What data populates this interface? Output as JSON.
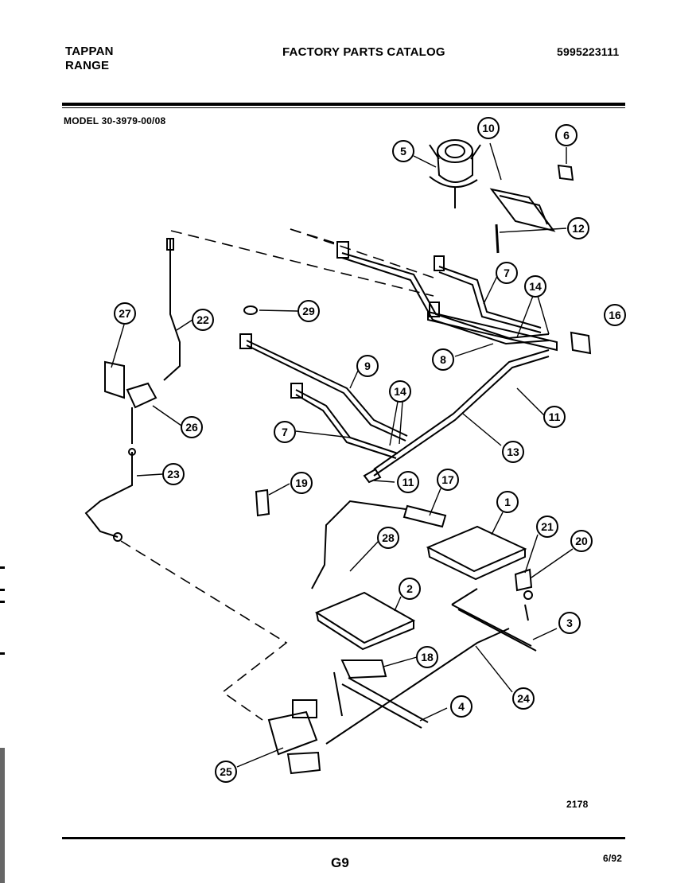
{
  "header": {
    "brand_line1": "TAPPAN",
    "brand_line2": "RANGE",
    "title": "FACTORY PARTS CATALOG",
    "part_number": "5995223111",
    "model": "MODEL 30-3979-00/08"
  },
  "footer": {
    "drawing_number": "2178",
    "page": "G9",
    "date": "6/92"
  },
  "callouts": [
    {
      "id": "c5",
      "label": "5"
    },
    {
      "id": "c10",
      "label": "10"
    },
    {
      "id": "c6",
      "label": "6"
    },
    {
      "id": "c12",
      "label": "12"
    },
    {
      "id": "c7a",
      "label": "7"
    },
    {
      "id": "c14a",
      "label": "14"
    },
    {
      "id": "c16",
      "label": "16"
    },
    {
      "id": "c27",
      "label": "27"
    },
    {
      "id": "c22",
      "label": "22"
    },
    {
      "id": "c29",
      "label": "29"
    },
    {
      "id": "c8",
      "label": "8"
    },
    {
      "id": "c9",
      "label": "9"
    },
    {
      "id": "c14b",
      "label": "14"
    },
    {
      "id": "c11a",
      "label": "11"
    },
    {
      "id": "c26",
      "label": "26"
    },
    {
      "id": "c7b",
      "label": "7"
    },
    {
      "id": "c13",
      "label": "13"
    },
    {
      "id": "c23",
      "label": "23"
    },
    {
      "id": "c19",
      "label": "19"
    },
    {
      "id": "c17",
      "label": "17"
    },
    {
      "id": "c11b",
      "label": "11"
    },
    {
      "id": "c1",
      "label": "1"
    },
    {
      "id": "c21",
      "label": "21"
    },
    {
      "id": "c20",
      "label": "20"
    },
    {
      "id": "c28",
      "label": "28"
    },
    {
      "id": "c2",
      "label": "2"
    },
    {
      "id": "c3",
      "label": "3"
    },
    {
      "id": "c18",
      "label": "18"
    },
    {
      "id": "c24",
      "label": "24"
    },
    {
      "id": "c4",
      "label": "4"
    },
    {
      "id": "c25",
      "label": "25"
    }
  ]
}
